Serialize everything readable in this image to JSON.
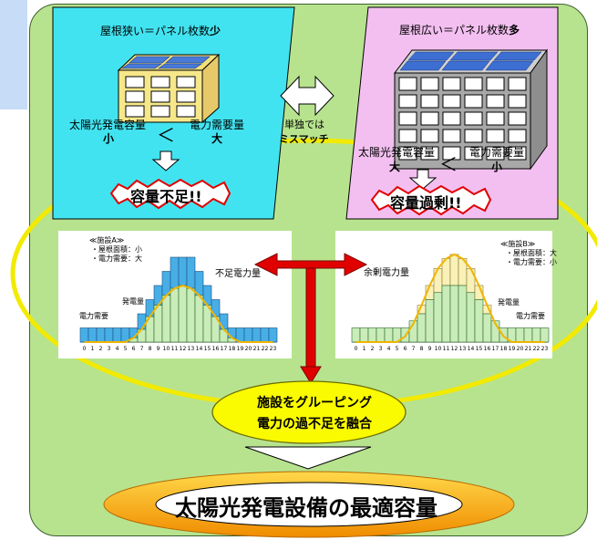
{
  "left_panel": {
    "header_prefix": "屋根狭い＝パネル枚数",
    "header_suffix": "少",
    "capacity_label": "太陽光発電容量",
    "capacity_value": "小",
    "comparator": "＜",
    "demand_label": "電力需要量",
    "demand_value": "大",
    "badge": "容量不足!!"
  },
  "right_panel": {
    "header_prefix": "屋根広い＝パネル枚数",
    "header_suffix": "多",
    "capacity_label": "太陽光発電容量",
    "capacity_value": "大",
    "comparator": "＜",
    "demand_label": "電力需要量",
    "demand_value": "小",
    "badge": "容量過剰!!"
  },
  "middle": {
    "line1": "単独では",
    "line2": "ミスマッチ"
  },
  "chart_a": {
    "title": "≪施設A≫",
    "note1": "・屋根面積：小",
    "note2": "・電力需要：大",
    "label_shortage": "不足電力量",
    "label_generation": "発電量",
    "label_demand": "電力需要"
  },
  "chart_b": {
    "title": "≪施設B≫",
    "note1": "・屋根面積：大",
    "note2": "・電力需要：小",
    "label_surplus": "余剰電力量",
    "label_generation": "発電量",
    "label_demand": "電力需要"
  },
  "grouping": {
    "line1": "施設をグルーピング",
    "line2": "電力の過不足を融合"
  },
  "result": "太陽光発電設備の最適容量",
  "chart_data": [
    {
      "type": "bar",
      "categories": [
        "0",
        "1",
        "2",
        "3",
        "4",
        "5",
        "6",
        "7",
        "8",
        "9",
        "10",
        "11",
        "12",
        "13",
        "14",
        "15",
        "16",
        "17",
        "18",
        "19",
        "20",
        "21",
        "22",
        "23"
      ],
      "series": [
        {
          "name": "電力需要",
          "values": [
            1,
            1,
            1,
            1,
            1,
            1,
            1,
            2,
            3,
            4,
            5,
            6,
            6,
            6,
            5,
            4,
            3,
            2,
            1,
            1,
            1,
            1,
            1,
            1
          ]
        },
        {
          "name": "発電量",
          "values": [
            0,
            0,
            0,
            0,
            0,
            0,
            0.3,
            0.9,
            1.8,
            2.6,
            3.3,
            3.8,
            4.0,
            3.8,
            3.3,
            2.6,
            1.8,
            0.9,
            0.3,
            0,
            0,
            0,
            0,
            0
          ]
        }
      ]
    },
    {
      "type": "bar",
      "categories": [
        "0",
        "1",
        "2",
        "3",
        "4",
        "5",
        "6",
        "7",
        "8",
        "9",
        "10",
        "11",
        "12",
        "13",
        "14",
        "15",
        "16",
        "17",
        "18",
        "19",
        "20",
        "21",
        "22",
        "23"
      ],
      "series": [
        {
          "name": "電力需要",
          "values": [
            1,
            1,
            1,
            1,
            1,
            1,
            1,
            1.5,
            2,
            3,
            3.5,
            4,
            4,
            4,
            3.5,
            3,
            2,
            1.5,
            1,
            1,
            1,
            1,
            1,
            1
          ]
        },
        {
          "name": "発電量",
          "values": [
            0,
            0,
            0,
            0,
            0,
            0,
            0.4,
            1.3,
            2.6,
            4.0,
            5.2,
            5.9,
            6.2,
            5.9,
            5.2,
            4.0,
            2.6,
            1.3,
            0.4,
            0,
            0,
            0,
            0,
            0
          ]
        }
      ]
    }
  ],
  "colors": {
    "outer_fill": "#b7e38e",
    "left_panel": "#42e3f0",
    "right_panel": "#f3bff0",
    "ellipse_fill": "#fafa00",
    "arrow_red": "#e00000",
    "bar_shortage": "#48aee6",
    "bar_demand": "#c9ecb9",
    "bar_surplus": "#f9f1b9",
    "gen_curve": "#f0b400"
  }
}
